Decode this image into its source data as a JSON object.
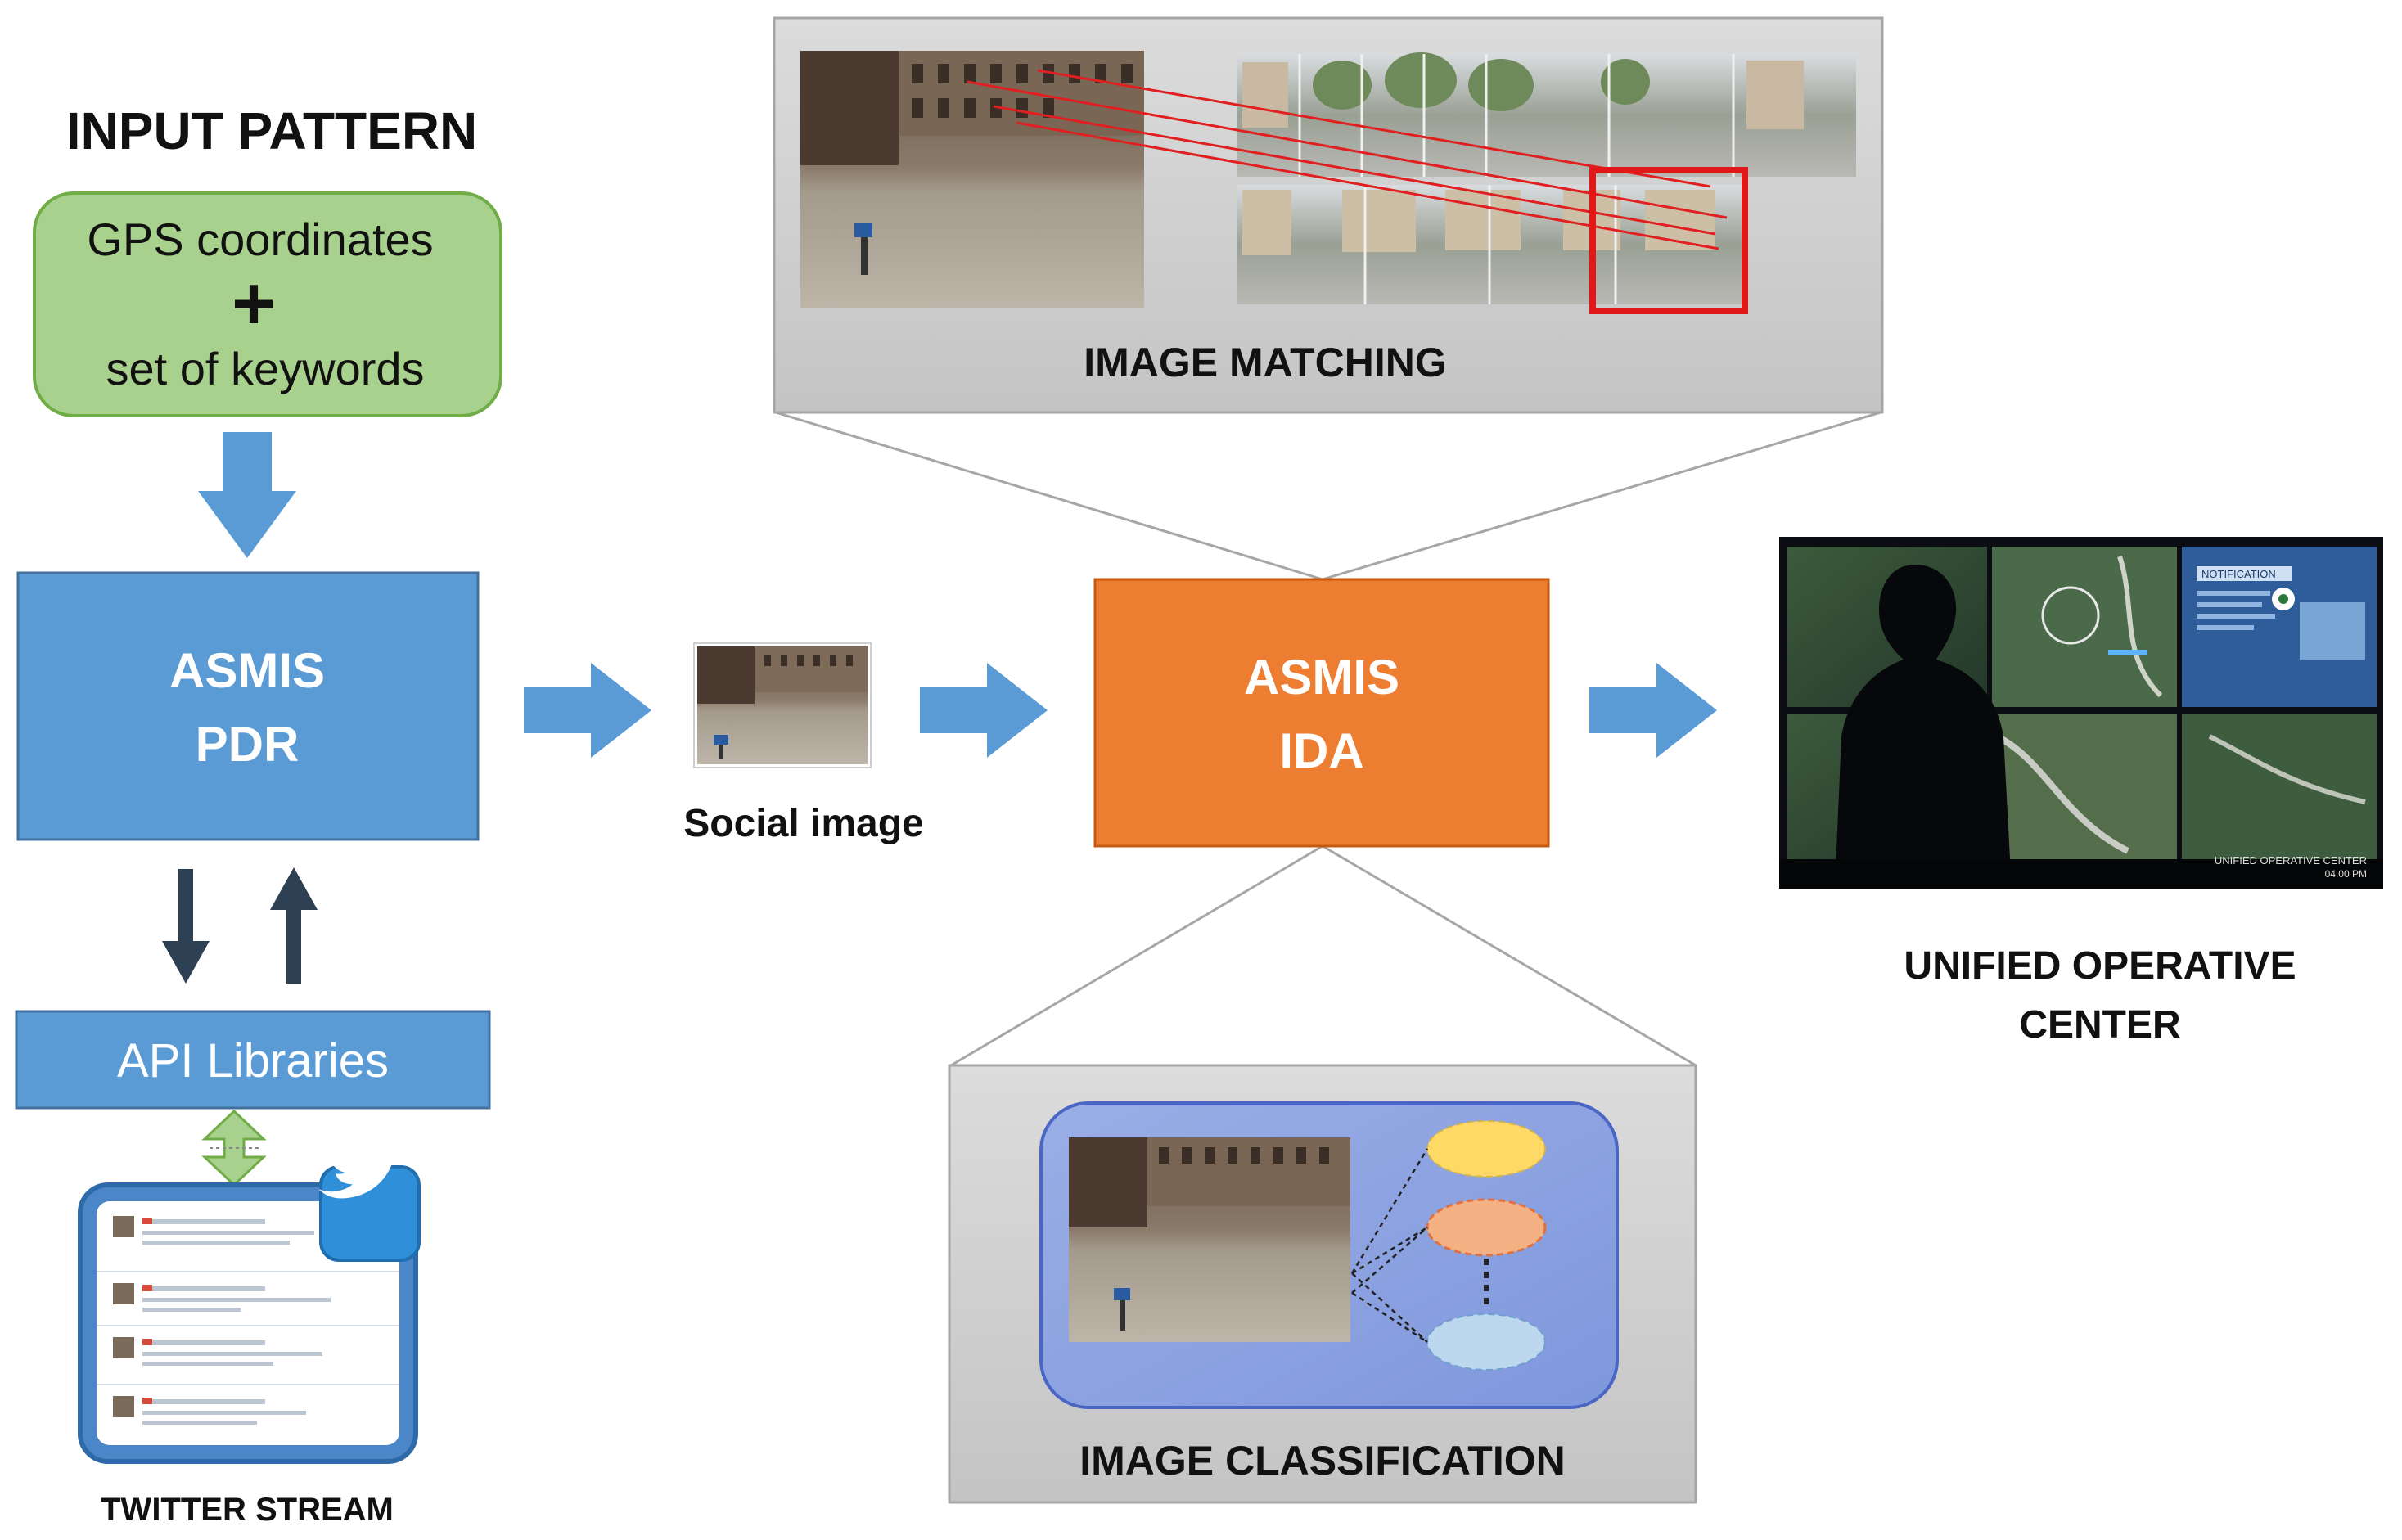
{
  "input_pattern": {
    "title": "INPUT PATTERN",
    "line1": "GPS coordinates",
    "plus": "+",
    "line2": "set of keywords"
  },
  "pdr": {
    "line1": "ASMIS",
    "line2": "PDR"
  },
  "api": {
    "label": "API Libraries"
  },
  "twitter": {
    "label": "TWITTER STREAM"
  },
  "social": {
    "label": "Social image"
  },
  "ida": {
    "line1": "ASMIS",
    "line2": "IDA"
  },
  "matching": {
    "label": "IMAGE MATCHING"
  },
  "classification": {
    "label": "IMAGE CLASSIFICATION"
  },
  "uoc": {
    "line1": "UNIFIED OPERATIVE",
    "line2": "CENTER",
    "screen_notification": "NOTIFICATION",
    "screen_caption": "UNIFIED OPERATIVE CENTER",
    "screen_time": "04.00 PM"
  },
  "colors": {
    "blue": "#5b9bd5",
    "orange": "#ed7d31",
    "green_fill": "#a9d18e",
    "green_stroke": "#70ad47",
    "dark_arrow": "#2e4053",
    "panel_gray": "#d0d0d0"
  }
}
